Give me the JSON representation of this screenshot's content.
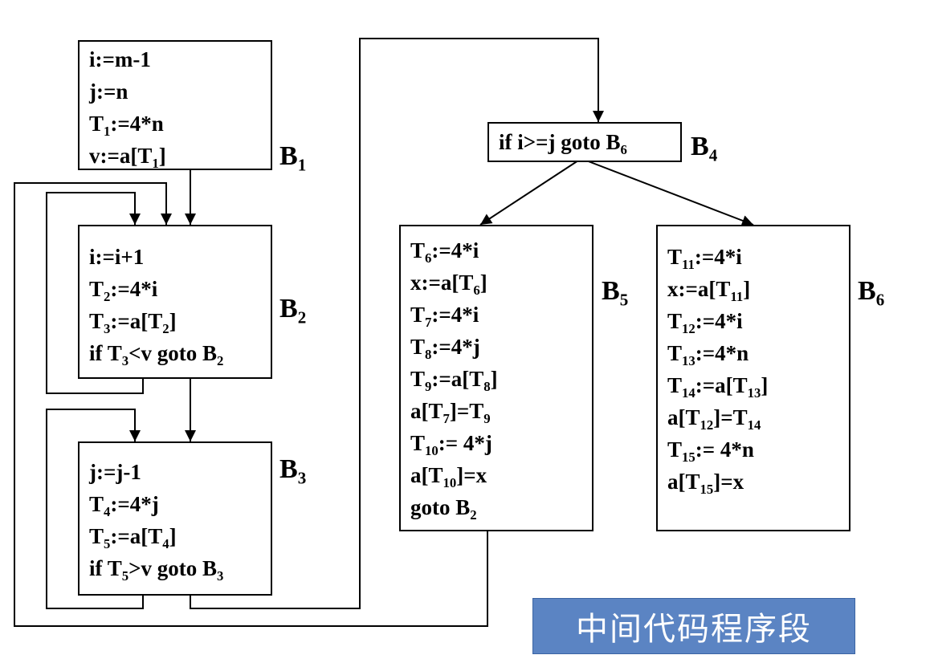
{
  "blocks": {
    "b1": {
      "label": [
        "B",
        "1"
      ],
      "lines": [
        [
          [
            "i:=m-1",
            ""
          ]
        ],
        [
          [
            "j:=n",
            ""
          ]
        ],
        [
          [
            "T",
            "1"
          ],
          [
            ":=4*n",
            ""
          ]
        ],
        [
          [
            "v:=a[T",
            "1"
          ],
          [
            "]",
            ""
          ]
        ]
      ]
    },
    "b2": {
      "label": [
        "B",
        "2"
      ],
      "lines": [
        [
          [
            "i:=i+1",
            ""
          ]
        ],
        [
          [
            "T",
            "2"
          ],
          [
            ":=4*i",
            ""
          ]
        ],
        [
          [
            "T",
            "3"
          ],
          [
            ":=a[T",
            "2"
          ],
          [
            "]",
            ""
          ]
        ],
        [
          [
            "if T",
            "3"
          ],
          [
            "<v goto B",
            "2"
          ]
        ]
      ]
    },
    "b3": {
      "label": [
        "B",
        "3"
      ],
      "lines": [
        [
          [
            "j:=j-1",
            ""
          ]
        ],
        [
          [
            "T",
            "4"
          ],
          [
            ":=4*j",
            ""
          ]
        ],
        [
          [
            "T",
            "5"
          ],
          [
            ":=a[T",
            "4"
          ],
          [
            "]",
            ""
          ]
        ],
        [
          [
            "if T",
            "5"
          ],
          [
            ">v goto B",
            "3"
          ]
        ]
      ]
    },
    "b4": {
      "label": [
        "B",
        "4"
      ],
      "lines": [
        [
          [
            "if i>=j goto B",
            "6"
          ]
        ]
      ]
    },
    "b5": {
      "label": [
        "B",
        "5"
      ],
      "lines": [
        [
          [
            "T",
            "6"
          ],
          [
            ":=4*i",
            ""
          ]
        ],
        [
          [
            "x:=a[T",
            "6"
          ],
          [
            "]",
            ""
          ]
        ],
        [
          [
            "T",
            "7"
          ],
          [
            ":=4*i",
            ""
          ]
        ],
        [
          [
            "T",
            "8"
          ],
          [
            ":=4*j",
            ""
          ]
        ],
        [
          [
            "T",
            "9"
          ],
          [
            ":=a[T",
            "8"
          ],
          [
            "]",
            ""
          ]
        ],
        [
          [
            "a[T",
            "7"
          ],
          [
            "]=T",
            "9"
          ]
        ],
        [
          [
            "T",
            "10"
          ],
          [
            ":= 4*j",
            ""
          ]
        ],
        [
          [
            "a[T",
            "10"
          ],
          [
            "]=x",
            ""
          ]
        ],
        [
          [
            "goto B",
            "2"
          ]
        ]
      ]
    },
    "b6": {
      "label": [
        "B",
        "6"
      ],
      "lines": [
        [
          [
            "T",
            "11"
          ],
          [
            ":=4*i",
            ""
          ]
        ],
        [
          [
            "x:=a[T",
            "11"
          ],
          [
            "]",
            ""
          ]
        ],
        [
          [
            "T",
            "12"
          ],
          [
            ":=4*i",
            ""
          ]
        ],
        [
          [
            "T",
            "13"
          ],
          [
            ":=4*n",
            ""
          ]
        ],
        [
          [
            "T",
            "14"
          ],
          [
            ":=a[T",
            "13"
          ],
          [
            "]",
            ""
          ]
        ],
        [
          [
            "a[T",
            "12"
          ],
          [
            "]=T",
            "14"
          ]
        ],
        [
          [
            "T",
            "15"
          ],
          [
            ":= 4*n",
            ""
          ]
        ],
        [
          [
            "a[T",
            "15"
          ],
          [
            "]=x",
            ""
          ]
        ]
      ]
    }
  },
  "banner": {
    "text": "中间代码程序段",
    "background": "#5b84c3"
  }
}
